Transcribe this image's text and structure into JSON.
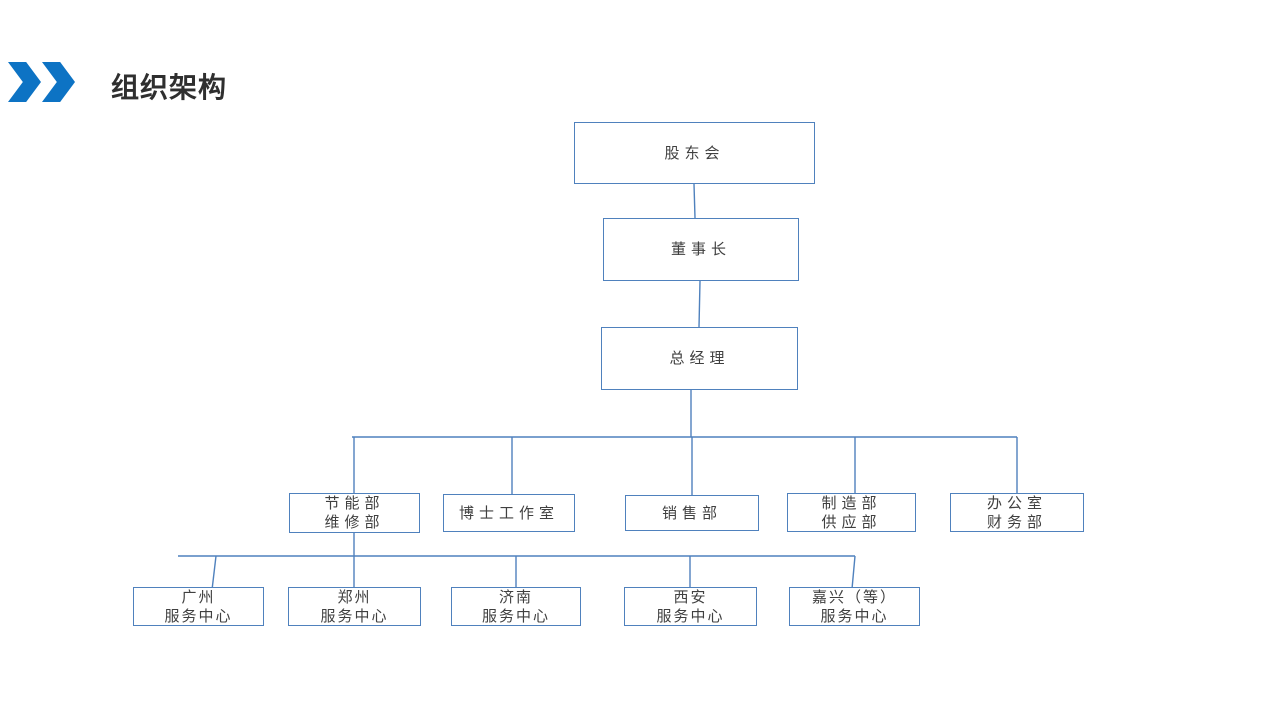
{
  "slide": {
    "title": "组织架构",
    "background_color": "#ffffff",
    "title_color": "#2f2f2f",
    "chevron_icon_color": "#0d73c4"
  },
  "chart": {
    "type": "org-tree",
    "box_border_color": "#4f81bd",
    "connector_color": "#4f81bd",
    "text_color": "#404040",
    "nodes": {
      "shareholders": {
        "label": "股东会",
        "level": 1
      },
      "chairman": {
        "label": "董事长",
        "level": 2
      },
      "general_manager": {
        "label": "总经理",
        "level": 3
      },
      "energy_maintenance": {
        "label": "节能部\n维修部",
        "level": 4
      },
      "doctor_studio": {
        "label": "博士工作室",
        "level": 4
      },
      "sales": {
        "label": "销售部",
        "level": 4
      },
      "manufacturing_supply": {
        "label": "制造部\n供应部",
        "level": 4
      },
      "office_finance": {
        "label": "办公室\n财务部",
        "level": 4
      },
      "guangzhou": {
        "label": "广州\n服务中心",
        "level": 5
      },
      "zhengzhou": {
        "label": "郑州\n服务中心",
        "level": 5
      },
      "jinan": {
        "label": "济南\n服务中心",
        "level": 5
      },
      "xian": {
        "label": "西安\n服务中心",
        "level": 5
      },
      "jiaxing": {
        "label": "嘉兴（等）\n服务中心",
        "level": 5
      }
    },
    "edges": [
      [
        "shareholders",
        "chairman"
      ],
      [
        "chairman",
        "general_manager"
      ],
      [
        "general_manager",
        "energy_maintenance"
      ],
      [
        "general_manager",
        "doctor_studio"
      ],
      [
        "general_manager",
        "sales"
      ],
      [
        "general_manager",
        "manufacturing_supply"
      ],
      [
        "general_manager",
        "office_finance"
      ],
      [
        "energy_maintenance",
        "guangzhou"
      ],
      [
        "energy_maintenance",
        "zhengzhou"
      ],
      [
        "energy_maintenance",
        "jinan"
      ],
      [
        "energy_maintenance",
        "xian"
      ],
      [
        "energy_maintenance",
        "jiaxing"
      ]
    ]
  }
}
